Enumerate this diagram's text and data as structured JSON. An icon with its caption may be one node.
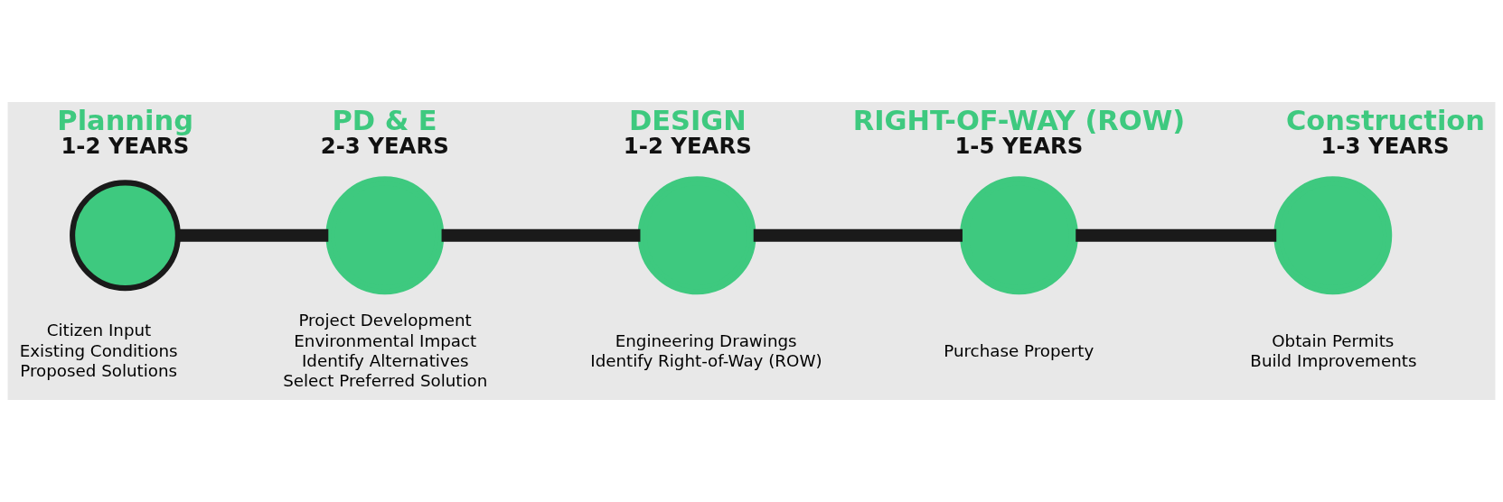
{
  "diagram": {
    "nodes": [
      {
        "text": [],
        "shape": "circle",
        "beside": [
          "Planning",
          "1-2 YEARS",
          "Citizen Input",
          "Existing Conditions",
          "Proposed Solutions"
        ]
      },
      {
        "text": [],
        "shape": "circle",
        "beside": [
          "PD & E",
          "2-3 YEARS",
          "Project Development",
          "Environmental Impact",
          "Identify Alternatives",
          "Select Preferred Solution"
        ]
      },
      {
        "text": [],
        "shape": "circle",
        "beside": [
          "DESIGN",
          "1-2 YEARS",
          "Engineering Drawings",
          "Identify Right-of-Way (ROW)"
        ]
      },
      {
        "text": [],
        "shape": "circle",
        "beside": [
          "RIGHT-OF-WAY (ROW)",
          "1-5 YEARS",
          "Purchase Property"
        ]
      },
      {
        "text": [],
        "shape": "circle",
        "beside": [
          "Construction",
          "1-3 YEARS",
          "Obtain Permits",
          "Build Improvements"
        ]
      }
    ],
    "edges": [
      {
        "from": 0,
        "to": 1,
        "arrow": "none"
      },
      {
        "from": 1,
        "to": 2,
        "arrow": "none"
      },
      {
        "from": 2,
        "to": 3,
        "arrow": "none"
      },
      {
        "from": 3,
        "to": 4,
        "arrow": "none"
      }
    ]
  }
}
